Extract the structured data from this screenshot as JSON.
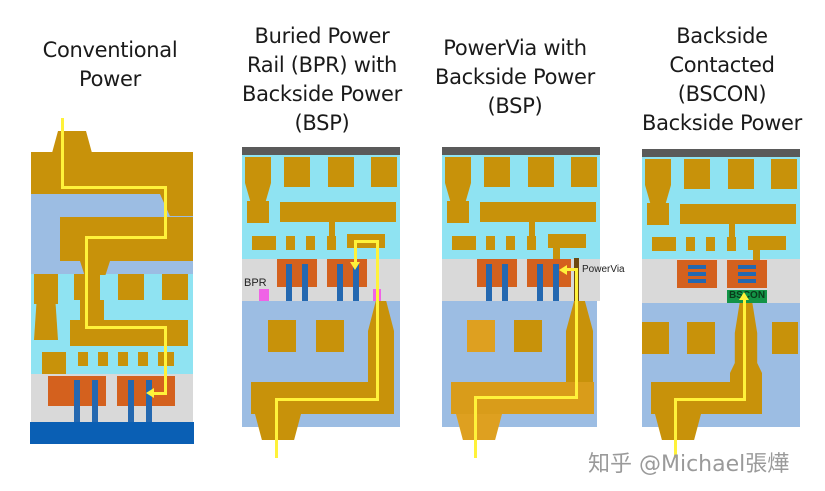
{
  "titles": [
    "Conventional\nPower",
    "Buried Power\nRail (BPR) with\nBackside Power\n(BSP)",
    "PowerVia with\nBackside Power\n(BSP)",
    "Backside\nContacted\n(BSCON)\nBackside Power"
  ],
  "labels": {
    "bpr": "BPR",
    "powervia": "PowerVia",
    "bscon": "BSCON"
  },
  "watermark": "知乎 @Michael張燁",
  "colors": {
    "metal": "#c8920a",
    "dielectric_top": "#8fe3f2",
    "dielectric_back": "#9cbde3",
    "device_layer": "#d9d9d9",
    "gate": "#d4611e",
    "fin": "#2468b0",
    "carrier": "#5a5a5a",
    "power_path": "#fff23a",
    "bpr": "#f062e6",
    "bscon": "#139447"
  }
}
